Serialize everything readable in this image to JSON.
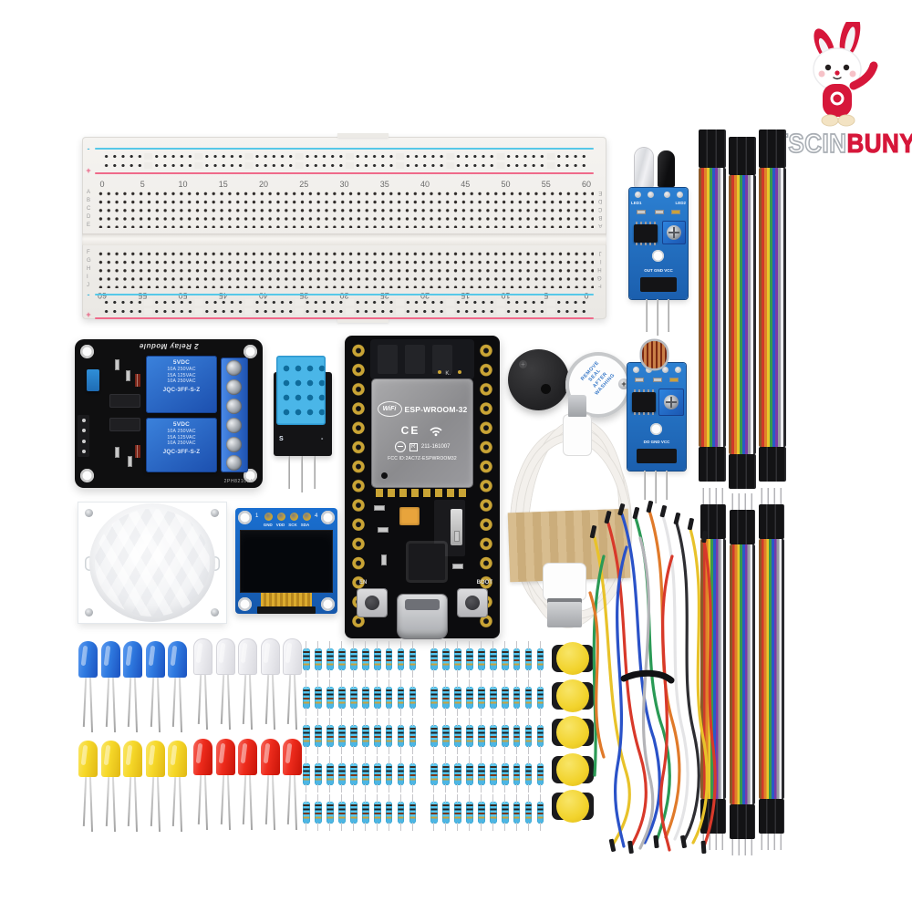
{
  "brand": {
    "name_white": "TSCIN",
    "name_red": "BUNY"
  },
  "breadboard": {
    "rail_minus": "-",
    "rail_plus": "+",
    "numbers": [
      "0",
      "5",
      "10",
      "15",
      "20",
      "25",
      "30",
      "35",
      "40",
      "45",
      "50",
      "55",
      "60"
    ],
    "letters_ae": [
      "A",
      "B",
      "C",
      "D",
      "E"
    ],
    "letters_fj": [
      "F",
      "G",
      "H",
      "I",
      "J"
    ]
  },
  "relay_module": {
    "title": "2 Relay Module",
    "part_no": "2PH82109A",
    "relay_lines": [
      "5VDC",
      "10A 250VAC",
      "15A 125VAC",
      "10A 250VAC",
      "JQC-3FF-S-Z"
    ]
  },
  "dht11": {
    "pin_s": "S",
    "pin_minus": "-"
  },
  "esp32": {
    "wifi": "WiFi",
    "module": "ESP-WROOM-32",
    "antenna_mark": "K.",
    "ce": "CE",
    "r_mark": "R",
    "cert_number": "211-161007",
    "fcc": "FCC ID:2AC7Z-ESPWROOM32",
    "btn_en": "EN",
    "btn_boot": "BOOT"
  },
  "buzzer": {
    "label_lines": [
      "REMOVE",
      "SEAL",
      "AFTER",
      "WASHING"
    ],
    "plus": "+"
  },
  "ir_sensor": {
    "led_silk": [
      "LED1",
      "LED2"
    ],
    "pin_silk": "OUT GND VCC"
  },
  "ldr_sensor": {
    "pin_silk": "DO GND VCC"
  },
  "oled": {
    "pin_first": "1",
    "pin_last": "4",
    "pin_labels": [
      "GND",
      "VDD",
      "SCK",
      "SDA"
    ]
  },
  "counts": {
    "leds_per_color": 5,
    "resistors_per_row": 10,
    "resistor_rows": 5,
    "buttons": 5,
    "ff_bundles": 3,
    "mf_bundles": 3
  },
  "colors": {
    "brand_red": "#d6173a",
    "pcb_blue": "#1e6cc0",
    "relay_blue": "#2566cc",
    "breadboard_rail_blue": "#56c8e8",
    "breadboard_rail_red": "#ef6a8a",
    "led_blue": "#2f7ae0",
    "led_white": "#f2f2f4",
    "led_yellow": "#f6d829",
    "led_red": "#ee2b1c",
    "resistor_body": "#4fc2ee",
    "button_yellow": "#f2d32c"
  }
}
